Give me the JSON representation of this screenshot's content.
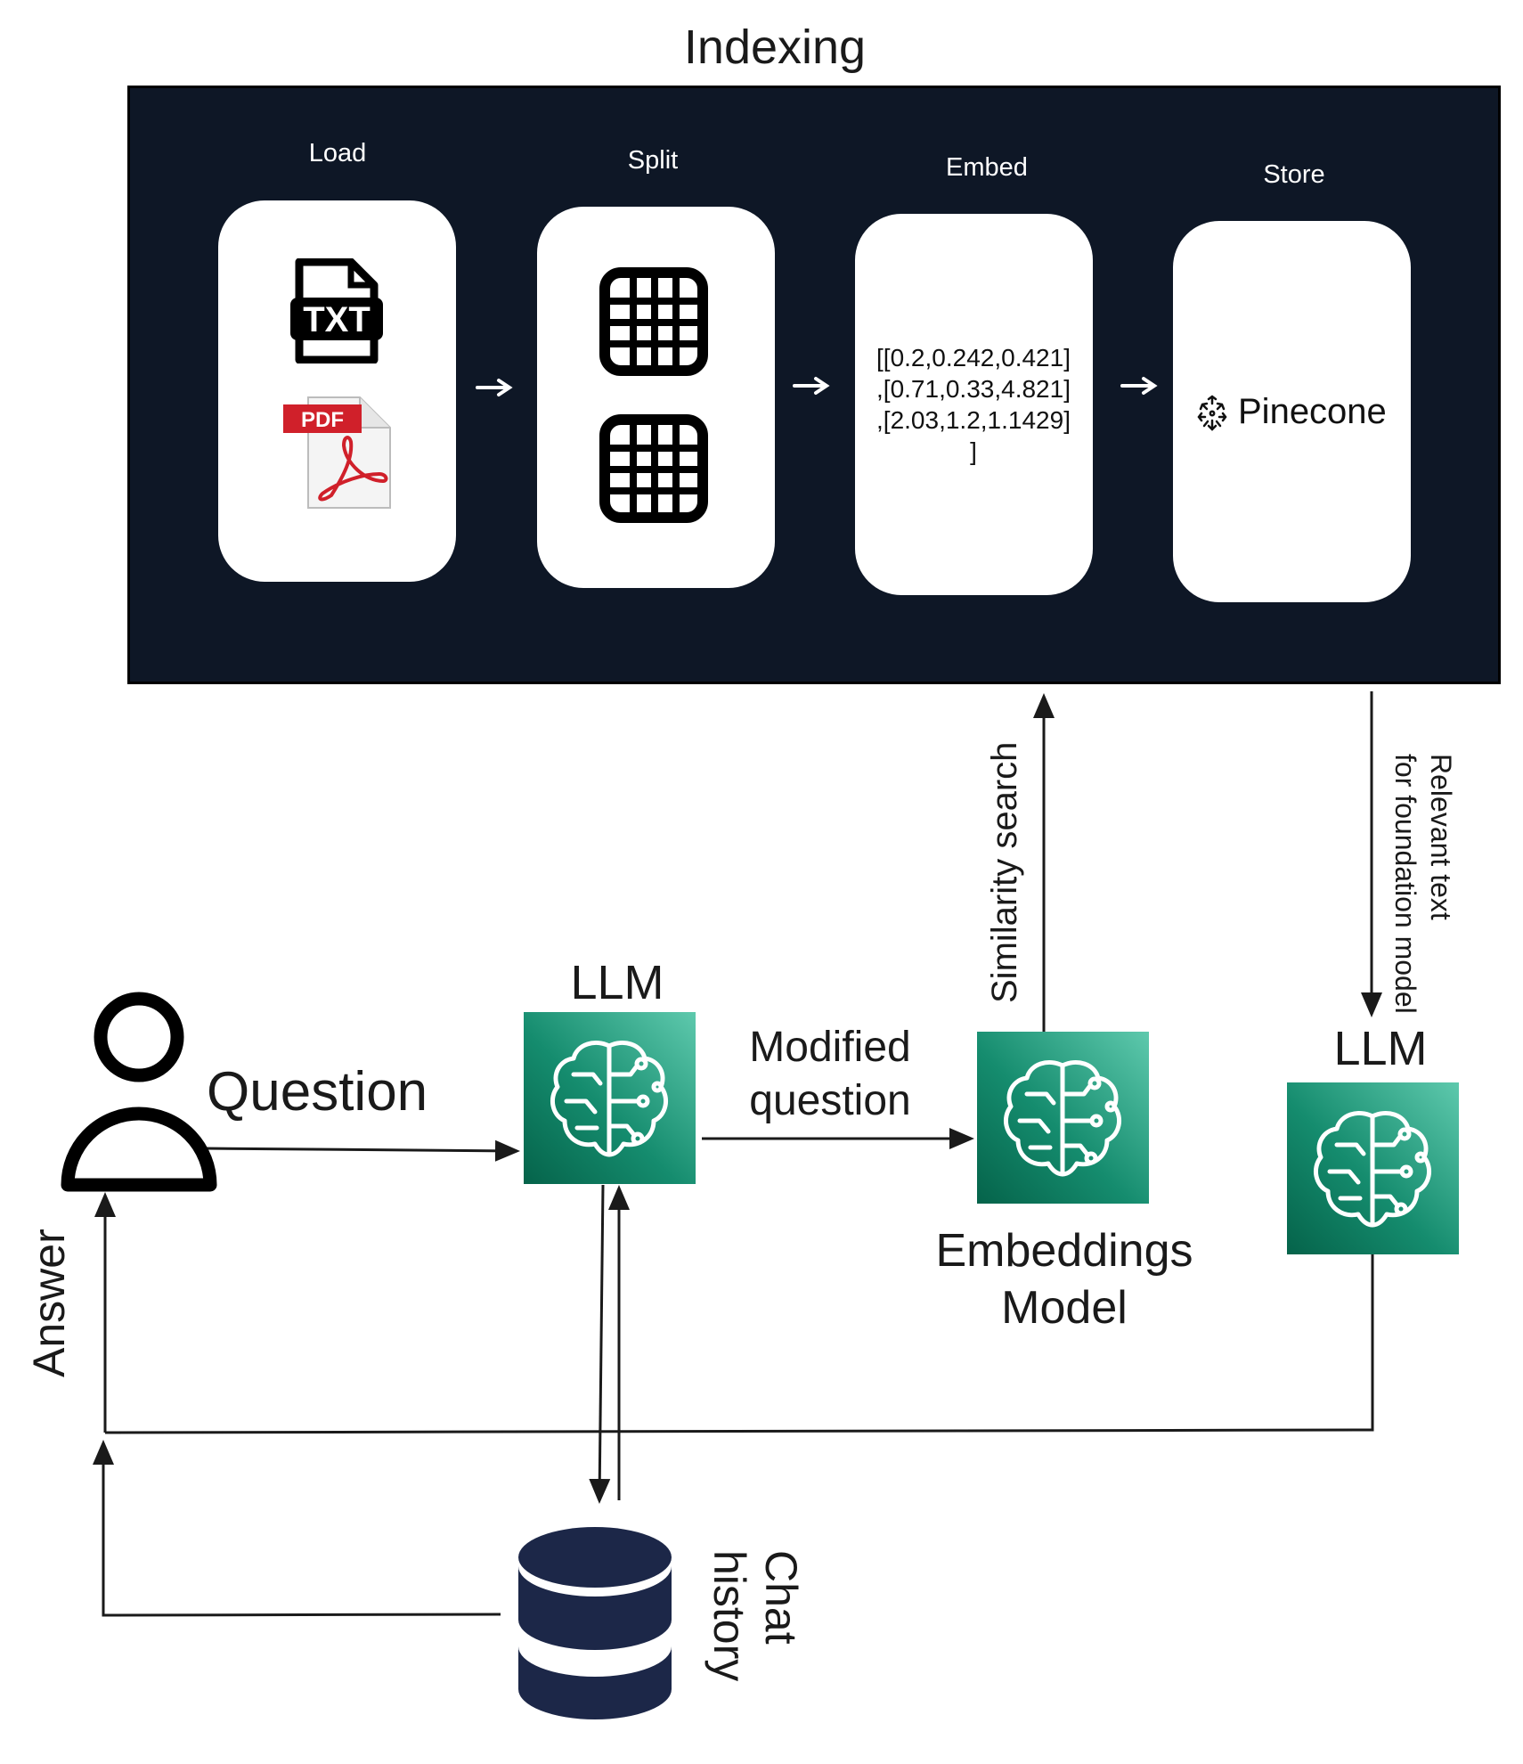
{
  "title": "Indexing",
  "stages": [
    {
      "label": "Load"
    },
    {
      "label": "Split"
    },
    {
      "label": "Embed"
    },
    {
      "label": "Store"
    }
  ],
  "load_icons": {
    "txt": "TXT",
    "pdf": "PDF"
  },
  "embed_vectors": [
    "[[0.2,0.242,0.421]",
    ",[0.71,0.33,4.821]",
    ",[2.03,1.2,1.1429]",
    "]"
  ],
  "store_logo_text": "Pinecone",
  "icons": [
    "txt-file-icon",
    "pdf-file-icon",
    "grid-table-icon",
    "pinecone-logo-icon",
    "person-icon",
    "brain-circuit-icon",
    "database-icon"
  ],
  "labels": {
    "question": "Question",
    "llm_left": "LLM",
    "llm_right": "LLM",
    "modified_question": [
      "Modified",
      "question"
    ],
    "embeddings_model": [
      "Embeddings",
      "Model"
    ],
    "similarity_search": "Similarity search",
    "relevant_text": [
      "Relevant text",
      "for foundation model"
    ],
    "answer": "Answer",
    "chat_history": [
      "Chat",
      "history"
    ]
  },
  "colors": {
    "panel": "#0e1726",
    "aws_dark": "#05634a",
    "aws_light": "#5ec9ad",
    "database": "#1c2748",
    "pdf_red": "#d0202a"
  }
}
